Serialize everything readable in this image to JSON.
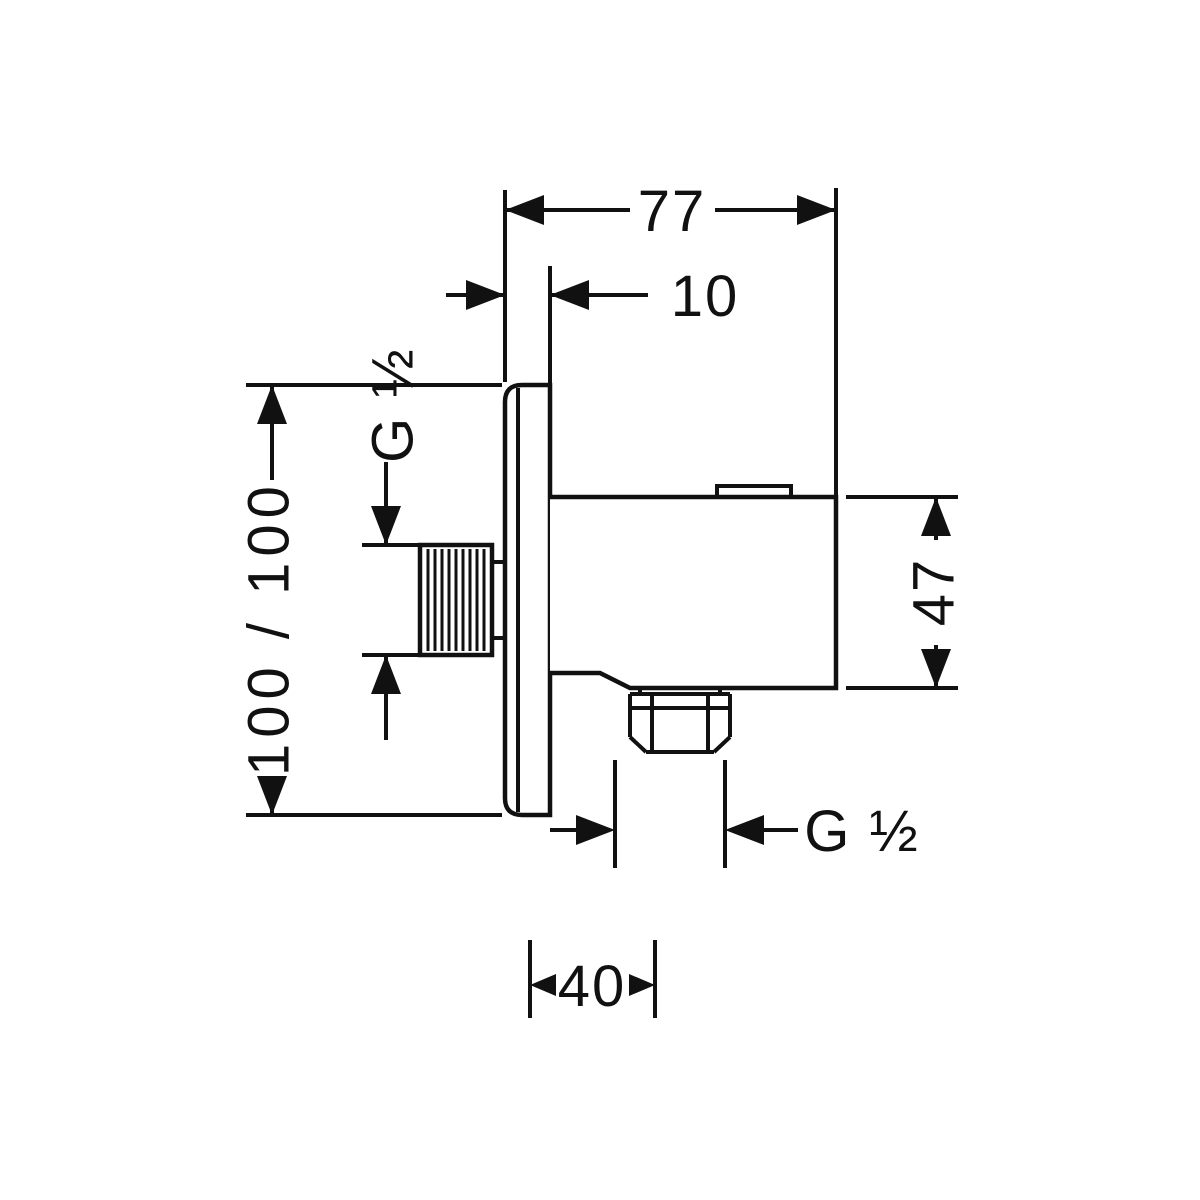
{
  "drawing": {
    "type": "technical-dimension-drawing",
    "ink_color": "#111111",
    "background_color": "#ffffff",
    "dimensions": {
      "total_depth": "77",
      "plate_thickness": "10",
      "inlet_thread": "G ½",
      "plate_size": "100 / 100",
      "body_height": "47",
      "outlet_thread": "G ½",
      "outlet_offset": "40"
    }
  }
}
